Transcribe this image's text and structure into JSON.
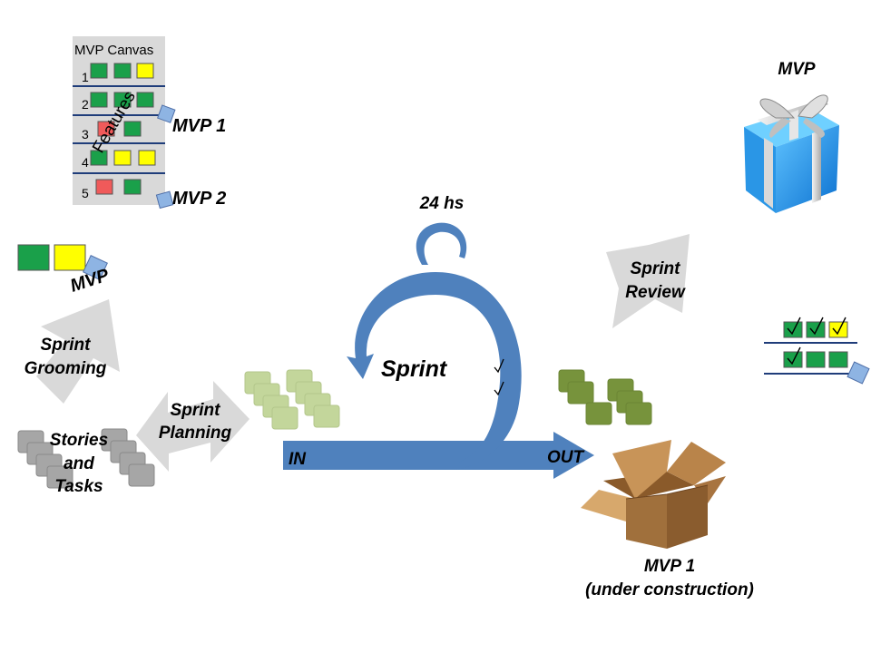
{
  "canvas": {
    "title": "MVP Canvas",
    "rows": [
      "1",
      "2",
      "3",
      "4",
      "5"
    ],
    "features_label": "Features"
  },
  "labels": {
    "mvp1_marker": "MVP 1",
    "mvp2_marker": "MVP 2",
    "mvp_small": "MVP",
    "sprint_grooming": [
      "Sprint",
      "Grooming"
    ],
    "stories_tasks": [
      "Stories",
      "and",
      "Tasks"
    ],
    "sprint_planning": [
      "Sprint",
      "Planning"
    ],
    "hours": "24 hs",
    "sprint": "Sprint",
    "in": "IN",
    "out": "OUT",
    "sprint_review": [
      "Sprint",
      "Review"
    ],
    "mvp_gift": "MVP",
    "mvp_construction": [
      "MVP 1",
      "(under construction)"
    ]
  },
  "colors": {
    "green": "#1aa04a",
    "yellow": "#ffff00",
    "red": "#f05a5a",
    "blue_arrow": "#4f81bd",
    "light_green": "#c3d69b",
    "olive": "#77933c",
    "gray_arrow": "#d9d9d9",
    "gray_card": "#a6a6a6",
    "gift_blue": "#1a8fe8",
    "box_brown": "#a0703c"
  },
  "icons": [
    "gift-box-icon",
    "cardboard-box-icon",
    "checkmark-icon",
    "sticky-note-icon"
  ]
}
